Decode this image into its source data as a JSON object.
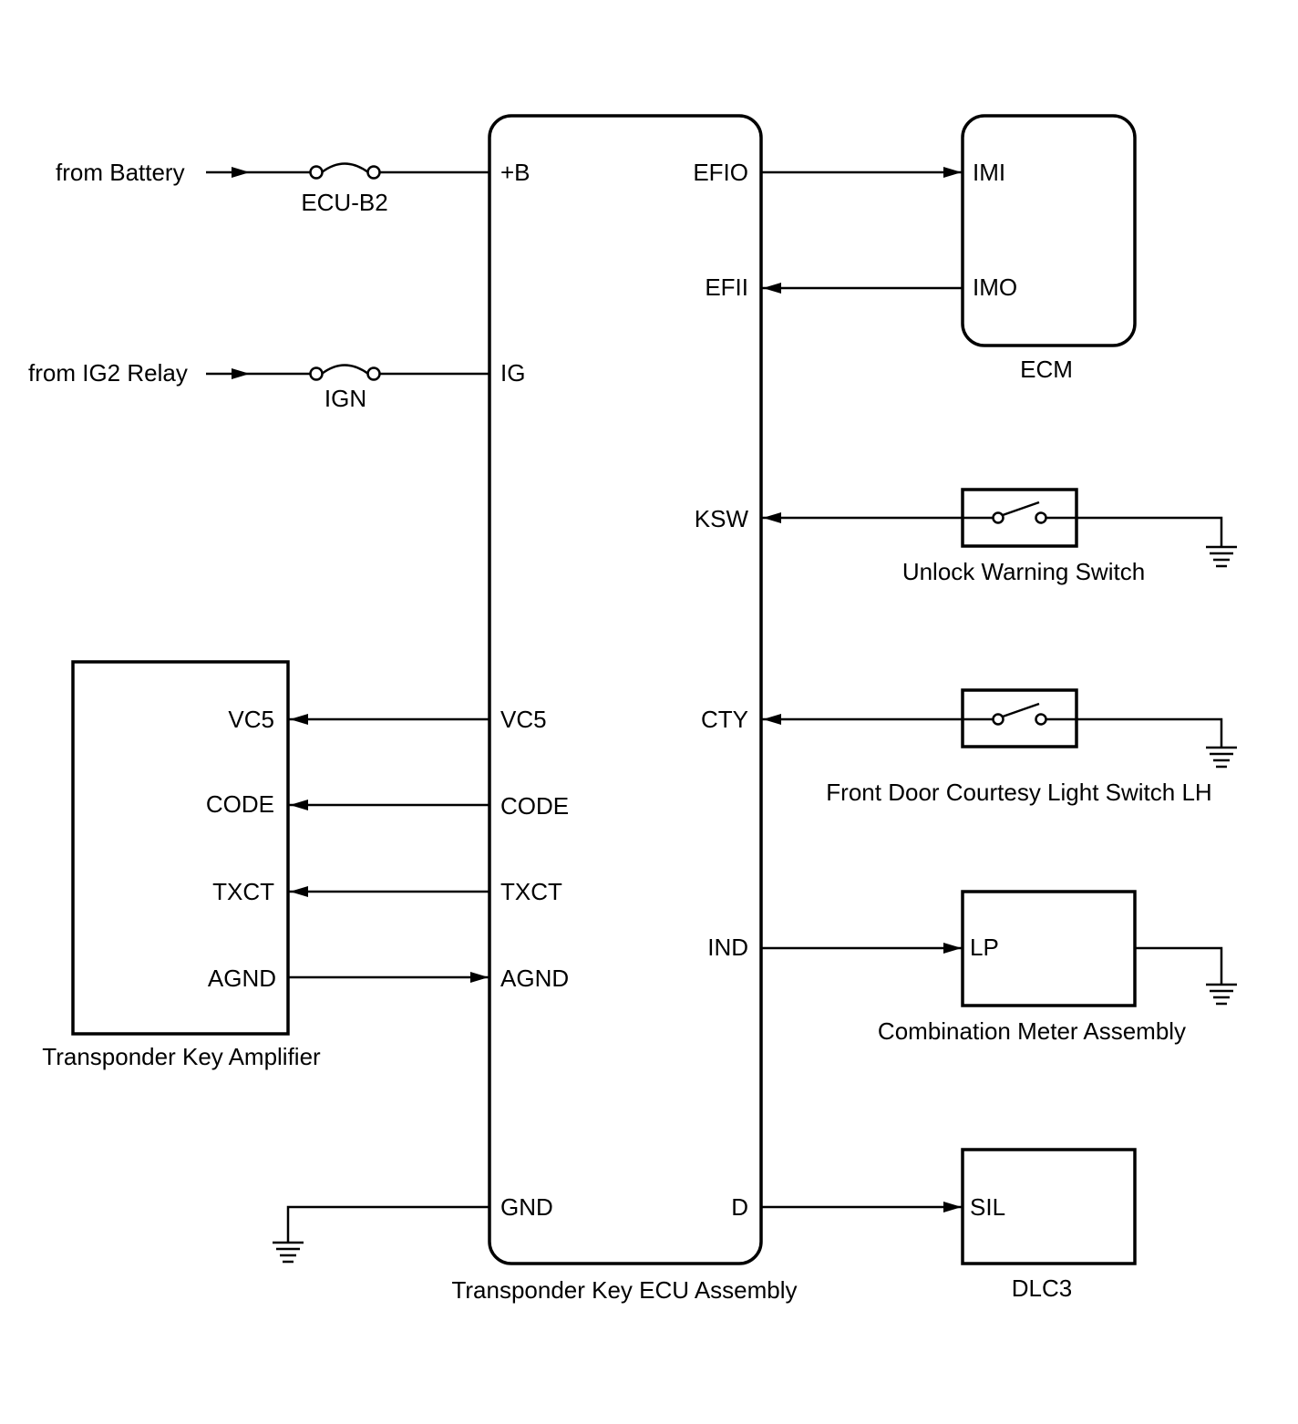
{
  "sources": {
    "battery": "from Battery",
    "ig2_relay": "from IG2 Relay"
  },
  "fuses": {
    "ecu_b2": "ECU-B2",
    "ign": "IGN"
  },
  "ecu": {
    "title": "Transponder Key ECU Assembly",
    "left_pins": {
      "b": "+B",
      "ig": "IG",
      "vc5": "VC5",
      "code": "CODE",
      "txct": "TXCT",
      "agnd": "AGND",
      "gnd": "GND"
    },
    "right_pins": {
      "efio": "EFIO",
      "efii": "EFII",
      "ksw": "KSW",
      "cty": "CTY",
      "ind": "IND",
      "d": "D"
    }
  },
  "ecm": {
    "title": "ECM",
    "pins": {
      "imi": "IMI",
      "imo": "IMO"
    }
  },
  "unlock_switch": {
    "title": "Unlock Warning Switch"
  },
  "door_switch": {
    "title": "Front Door Courtesy Light Switch LH"
  },
  "combination_meter": {
    "title": "Combination Meter Assembly",
    "pins": {
      "lp": "LP"
    }
  },
  "dlc3": {
    "title": "DLC3",
    "pins": {
      "sil": "SIL"
    }
  },
  "amplifier": {
    "title": "Transponder Key Amplifier",
    "pins": {
      "vc5": "VC5",
      "code": "CODE",
      "txct": "TXCT",
      "agnd": "AGND"
    }
  }
}
